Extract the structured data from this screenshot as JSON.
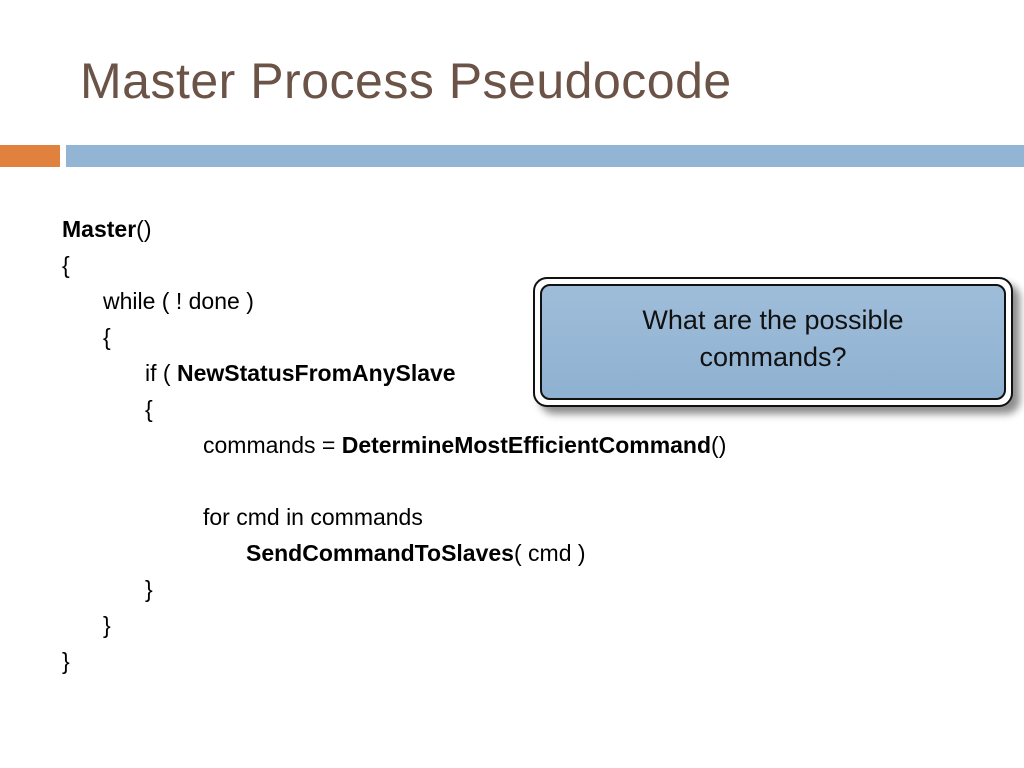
{
  "slide": {
    "title": "Master Process Pseudocode",
    "code": {
      "line1_fn": "Master",
      "line1_rest": "()",
      "open_brace": "{",
      "while_line": "while ( ! done )",
      "if_prefix": "if ( ",
      "if_fn": "NewStatusFromAnySlave",
      "assign_prefix": "commands = ",
      "assign_fn": "DetermineMostEfficientCommand",
      "assign_suffix": "()",
      "for_line": "for cmd in commands",
      "send_fn": "SendCommandToSlaves",
      "send_suffix": "( cmd )",
      "close_brace": "}"
    },
    "callout": {
      "line1": "What are the possible",
      "line2": "commands?"
    },
    "colors": {
      "title": "#6b5447",
      "accent_orange": "#e0823e",
      "accent_blue": "#93b5d4",
      "callout_fill": "#93b5d4"
    }
  }
}
